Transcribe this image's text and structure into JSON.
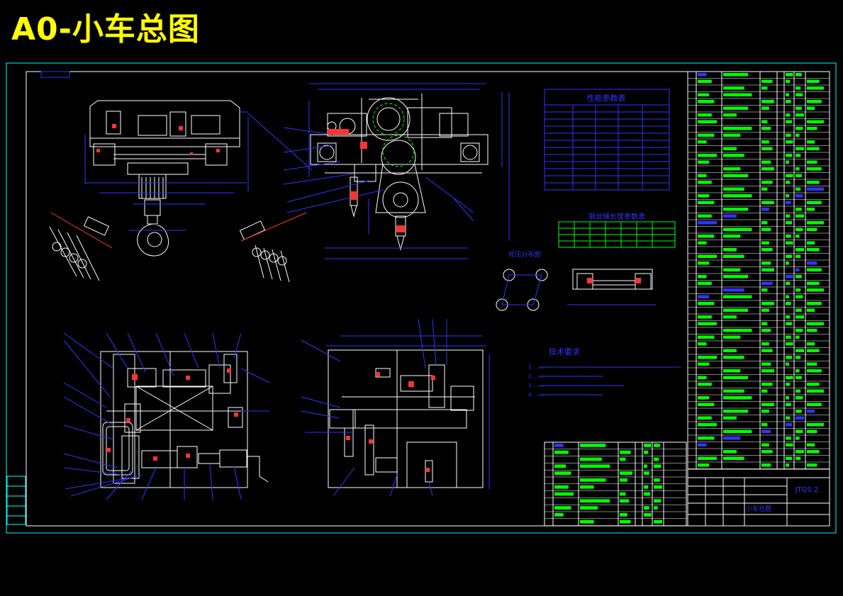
{
  "banner": {
    "title": "A0-小车总图"
  },
  "drawing": {
    "colors": {
      "background": "#000000",
      "outer_border": "#00ffff",
      "inner_border": "#ffffff",
      "geometry": "#ffffff",
      "dimensions": "#3333ff",
      "tables": "#00ff00",
      "highlight": "#ff3333",
      "title_text": "#ffff00"
    },
    "title_block": {
      "drawing_name": "小车总图",
      "drawing_number": "JTQS.2"
    },
    "tables": {
      "parameters_heading": "性能参数表",
      "wire_rope_heading": "钢丝绳长度参数表",
      "wheel_detail_label": "轮压分布图"
    },
    "technical_requirements": {
      "heading": "技术要求",
      "items": [
        "1. ……",
        "2. ……",
        "3. ……",
        "4. ……"
      ]
    }
  }
}
